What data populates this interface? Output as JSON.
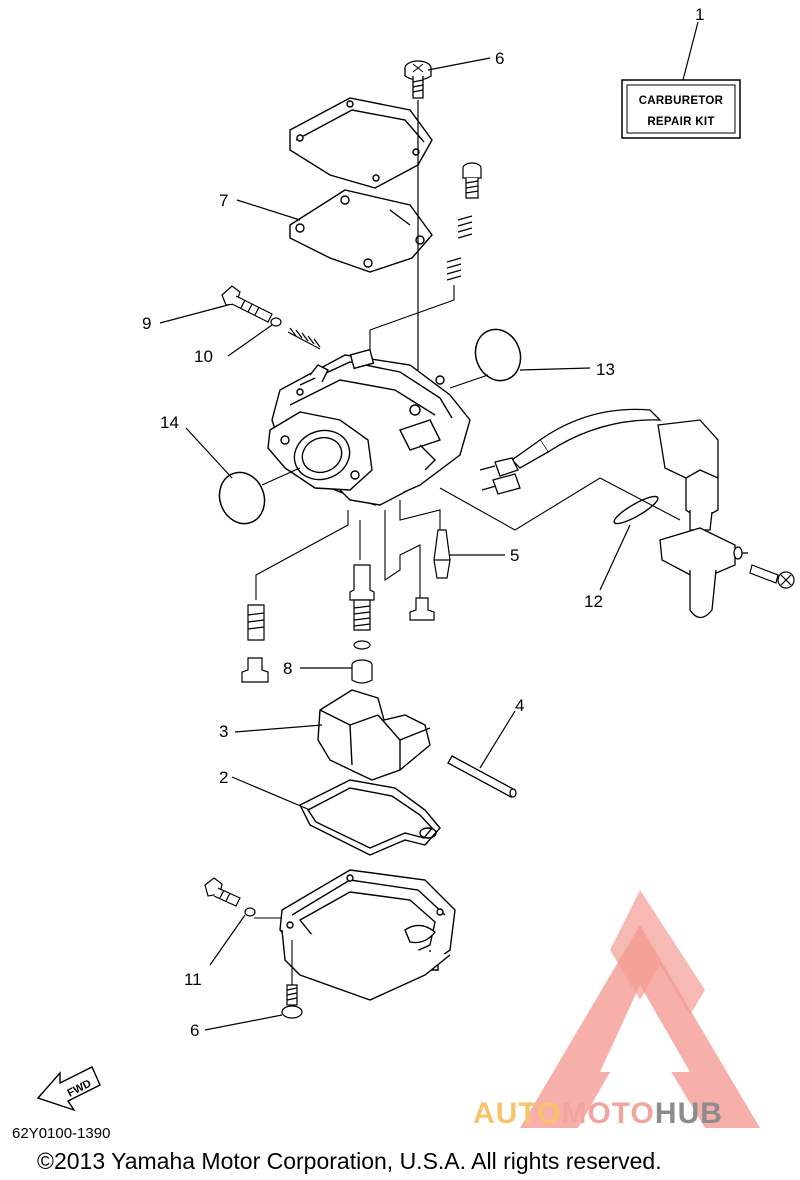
{
  "callouts": {
    "c1": "1",
    "c2": "2",
    "c3": "3",
    "c4": "4",
    "c5": "5",
    "c6_top": "6",
    "c6_bottom": "6",
    "c7": "7",
    "c8": "8",
    "c9": "9",
    "c10": "10",
    "c11": "11",
    "c12": "12",
    "c13": "13",
    "c14": "14"
  },
  "repair_kit": {
    "line1": "CARBURETOR",
    "line2": "REPAIR KIT"
  },
  "fwd_label": "FWD",
  "part_code": "62Y0100-1390",
  "copyright": "©2013 Yamaha Motor Corporation, U.S.A. All rights reserved.",
  "watermark": {
    "part1": "AUTO",
    "part2": "MOTO",
    "part3": "HUB",
    "colors": {
      "auto": "#f7c46b",
      "moto": "#f2a59f",
      "hub": "#8c8c8c",
      "logo": "#f28a82"
    }
  }
}
